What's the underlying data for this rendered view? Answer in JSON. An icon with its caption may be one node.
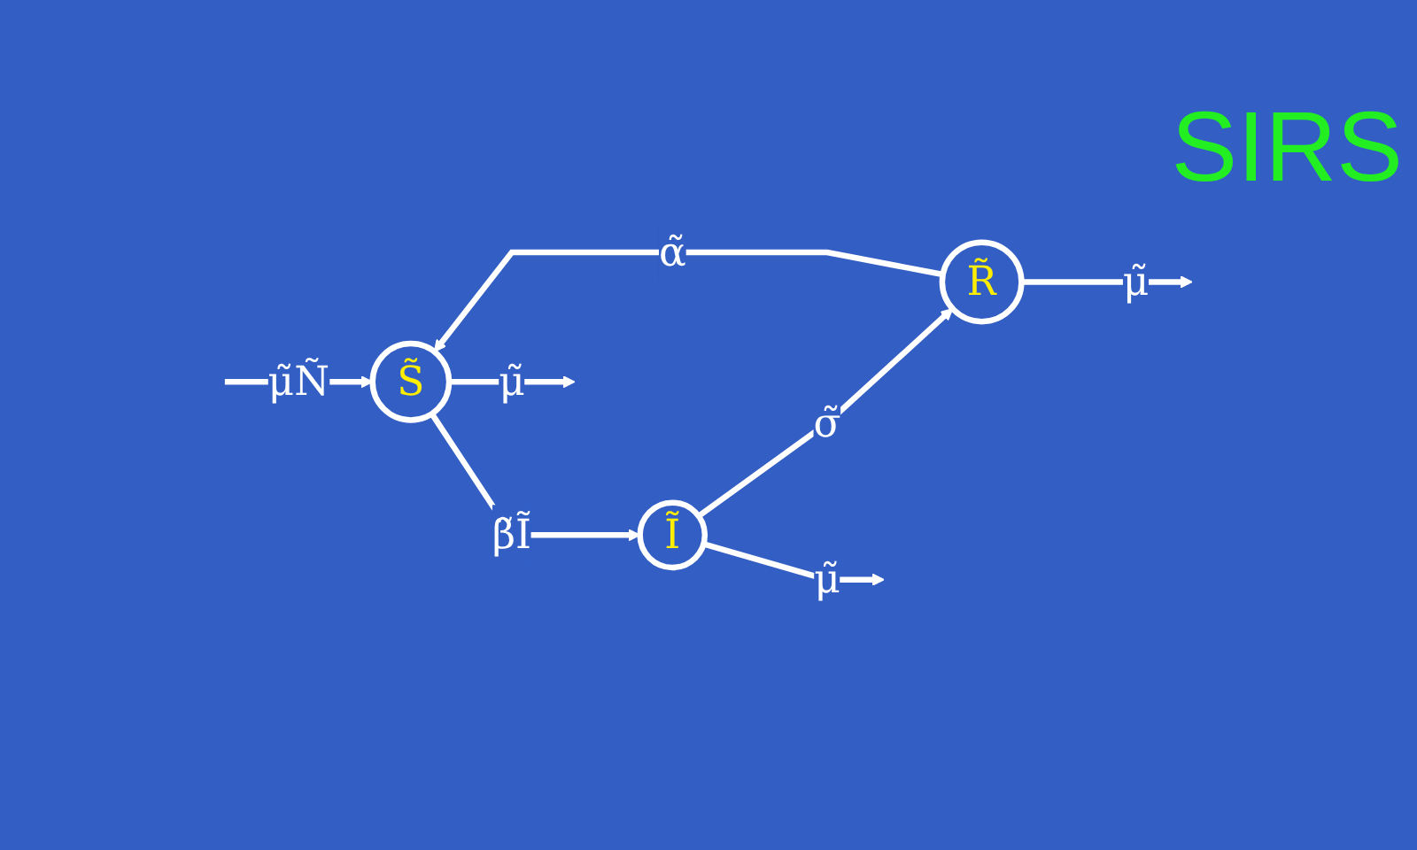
{
  "diagram": {
    "title": "SIRS",
    "nodes": [
      {
        "text": [
          "S̃"
        ]
      },
      {
        "text": [
          "Ĩ"
        ]
      },
      {
        "text": [
          "R̃"
        ]
      }
    ],
    "edges": [
      {
        "from": null,
        "to": 0,
        "arrow": "to",
        "label": "μ̃Ñ"
      },
      {
        "from": 0,
        "to": 1,
        "arrow": "to",
        "label": "β̃Ĩ"
      },
      {
        "from": 1,
        "to": 2,
        "arrow": "to",
        "label": "σ̃"
      },
      {
        "from": 2,
        "to": 0,
        "arrow": "to",
        "label": "α̃"
      },
      {
        "from": 0,
        "to": null,
        "arrow": "to",
        "label": "μ̃"
      },
      {
        "from": 1,
        "to": null,
        "arrow": "to",
        "label": "μ̃"
      },
      {
        "from": 2,
        "to": null,
        "arrow": "to",
        "label": "μ̃"
      }
    ]
  }
}
